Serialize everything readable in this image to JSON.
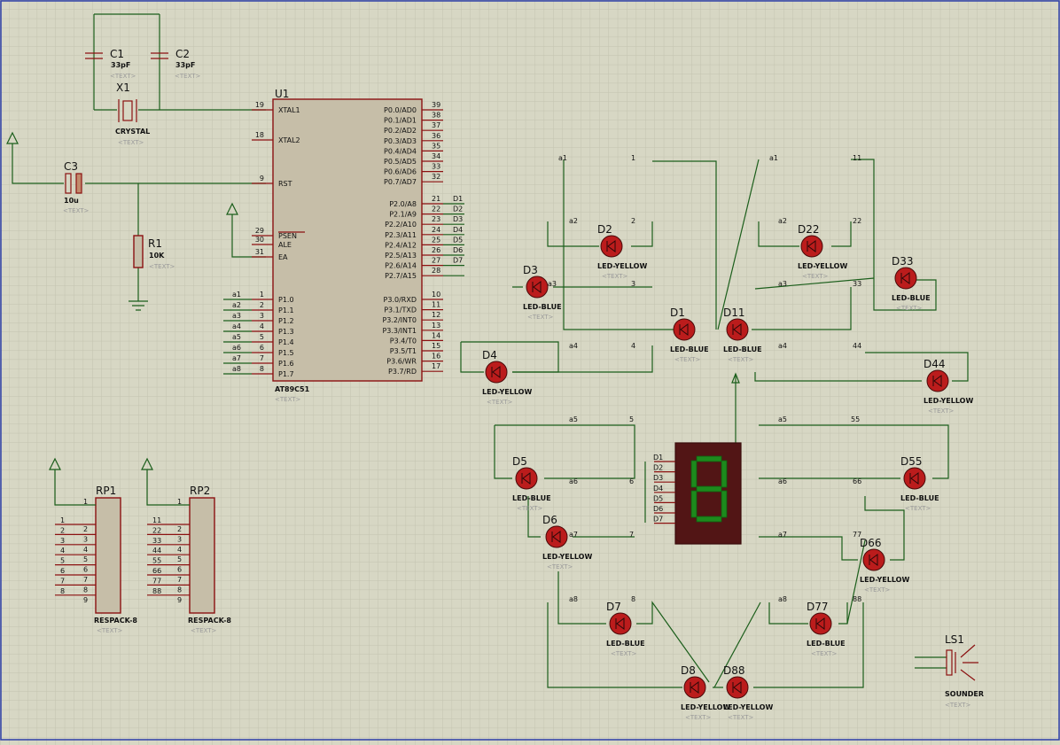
{
  "text_label": "<TEXT>",
  "icons": {
    "power_terminal": "power-terminal-icon",
    "ground": "ground-icon",
    "led": "led-icon"
  },
  "colors": {
    "background": "#d7d7c4",
    "grid": "#c3c3af",
    "wire": "#1b5e1b",
    "pin": "#8b1010",
    "led": "#bb1c1c",
    "segment_on": "#1d8a1d",
    "display_body": "#521515",
    "border": "#2d3fa8"
  },
  "capacitors": [
    {
      "ref": "C1",
      "value": "33pF"
    },
    {
      "ref": "C2",
      "value": "33pF"
    },
    {
      "ref": "C3",
      "value": "10u"
    }
  ],
  "crystal": {
    "ref": "X1",
    "value": "CRYSTAL"
  },
  "resistor": {
    "ref": "R1",
    "value": "10K"
  },
  "mcu": {
    "ref": "U1",
    "part": "AT89C51",
    "left_pins": [
      {
        "num": "19",
        "name": "XTAL1"
      },
      {
        "num": "18",
        "name": "XTAL2"
      },
      {
        "num": "9",
        "name": "RST"
      },
      {
        "num": "29",
        "name": "PSEN"
      },
      {
        "num": "30",
        "name": "ALE"
      },
      {
        "num": "31",
        "name": "EA"
      },
      {
        "num": "1",
        "name": "P1.0"
      },
      {
        "num": "2",
        "name": "P1.1"
      },
      {
        "num": "3",
        "name": "P1.2"
      },
      {
        "num": "4",
        "name": "P1.3"
      },
      {
        "num": "5",
        "name": "P1.4"
      },
      {
        "num": "6",
        "name": "P1.5"
      },
      {
        "num": "7",
        "name": "P1.6"
      },
      {
        "num": "8",
        "name": "P1.7"
      }
    ],
    "p1_nets": [
      "a1",
      "a2",
      "a3",
      "a4",
      "a5",
      "a6",
      "a7",
      "a8"
    ],
    "right_p0": [
      {
        "num": "39",
        "name": "P0.0/AD0"
      },
      {
        "num": "38",
        "name": "P0.1/AD1"
      },
      {
        "num": "37",
        "name": "P0.2/AD2"
      },
      {
        "num": "36",
        "name": "P0.3/AD3"
      },
      {
        "num": "35",
        "name": "P0.4/AD4"
      },
      {
        "num": "34",
        "name": "P0.5/AD5"
      },
      {
        "num": "33",
        "name": "P0.6/AD6"
      },
      {
        "num": "32",
        "name": "P0.7/AD7"
      }
    ],
    "right_p2": [
      {
        "num": "21",
        "name": "P2.0/A8",
        "net": "D1"
      },
      {
        "num": "22",
        "name": "P2.1/A9",
        "net": "D2"
      },
      {
        "num": "23",
        "name": "P2.2/A10",
        "net": "D3"
      },
      {
        "num": "24",
        "name": "P2.3/A11",
        "net": "D4"
      },
      {
        "num": "25",
        "name": "P2.4/A12",
        "net": "D5"
      },
      {
        "num": "26",
        "name": "P2.5/A13",
        "net": "D6"
      },
      {
        "num": "27",
        "name": "P2.6/A14",
        "net": "D7"
      },
      {
        "num": "28",
        "name": "P2.7/A15",
        "net": ""
      }
    ],
    "right_p3": [
      {
        "num": "10",
        "name": "P3.0/RXD"
      },
      {
        "num": "11",
        "name": "P3.1/TXD"
      },
      {
        "num": "12",
        "name": "P3.2/INT0"
      },
      {
        "num": "13",
        "name": "P3.3/INT1"
      },
      {
        "num": "14",
        "name": "P3.4/T0"
      },
      {
        "num": "15",
        "name": "P3.5/T1"
      },
      {
        "num": "16",
        "name": "P3.6/WR"
      },
      {
        "num": "17",
        "name": "P3.7/RD"
      }
    ]
  },
  "respacks": [
    {
      "ref": "RP1",
      "part": "RESPACK-8",
      "nets": [
        "1",
        "2",
        "3",
        "4",
        "5",
        "6",
        "7",
        "8"
      ]
    },
    {
      "ref": "RP2",
      "part": "RESPACK-8",
      "nets": [
        "11",
        "22",
        "33",
        "44",
        "55",
        "66",
        "77",
        "88"
      ]
    }
  ],
  "leds": [
    {
      "ref": "D1",
      "value": "LED-BLUE"
    },
    {
      "ref": "D11",
      "value": "LED-BLUE"
    },
    {
      "ref": "D2",
      "value": "LED-YELLOW"
    },
    {
      "ref": "D22",
      "value": "LED-YELLOW"
    },
    {
      "ref": "D3",
      "value": "LED-BLUE"
    },
    {
      "ref": "D33",
      "value": "LED-BLUE"
    },
    {
      "ref": "D4",
      "value": "LED-YELLOW"
    },
    {
      "ref": "D44",
      "value": "LED-YELLOW"
    },
    {
      "ref": "D5",
      "value": "LED-BLUE"
    },
    {
      "ref": "D55",
      "value": "LED-BLUE"
    },
    {
      "ref": "D6",
      "value": "LED-YELLOW"
    },
    {
      "ref": "D66",
      "value": "LED-YELLOW"
    },
    {
      "ref": "D7",
      "value": "LED-BLUE"
    },
    {
      "ref": "D77",
      "value": "LED-BLUE"
    },
    {
      "ref": "D8",
      "value": "LED-YELLOW"
    },
    {
      "ref": "D88",
      "value": "LED-YELLOW"
    }
  ],
  "net_labels": [
    "a1",
    "1",
    "a1",
    "11",
    "a2",
    "2",
    "a2",
    "22",
    "a3",
    "3",
    "a3",
    "33",
    "a4",
    "4",
    "a4",
    "44",
    "a5",
    "5",
    "a5",
    "55",
    "a6",
    "6",
    "a6",
    "66",
    "a7",
    "7",
    "a7",
    "77",
    "a8",
    "8",
    "a8",
    "88"
  ],
  "display": {
    "digit": "8",
    "pins": [
      "D1",
      "D2",
      "D3",
      "D4",
      "D5",
      "D6",
      "D7"
    ]
  },
  "sounder": {
    "ref": "LS1",
    "value": "SOUNDER"
  }
}
